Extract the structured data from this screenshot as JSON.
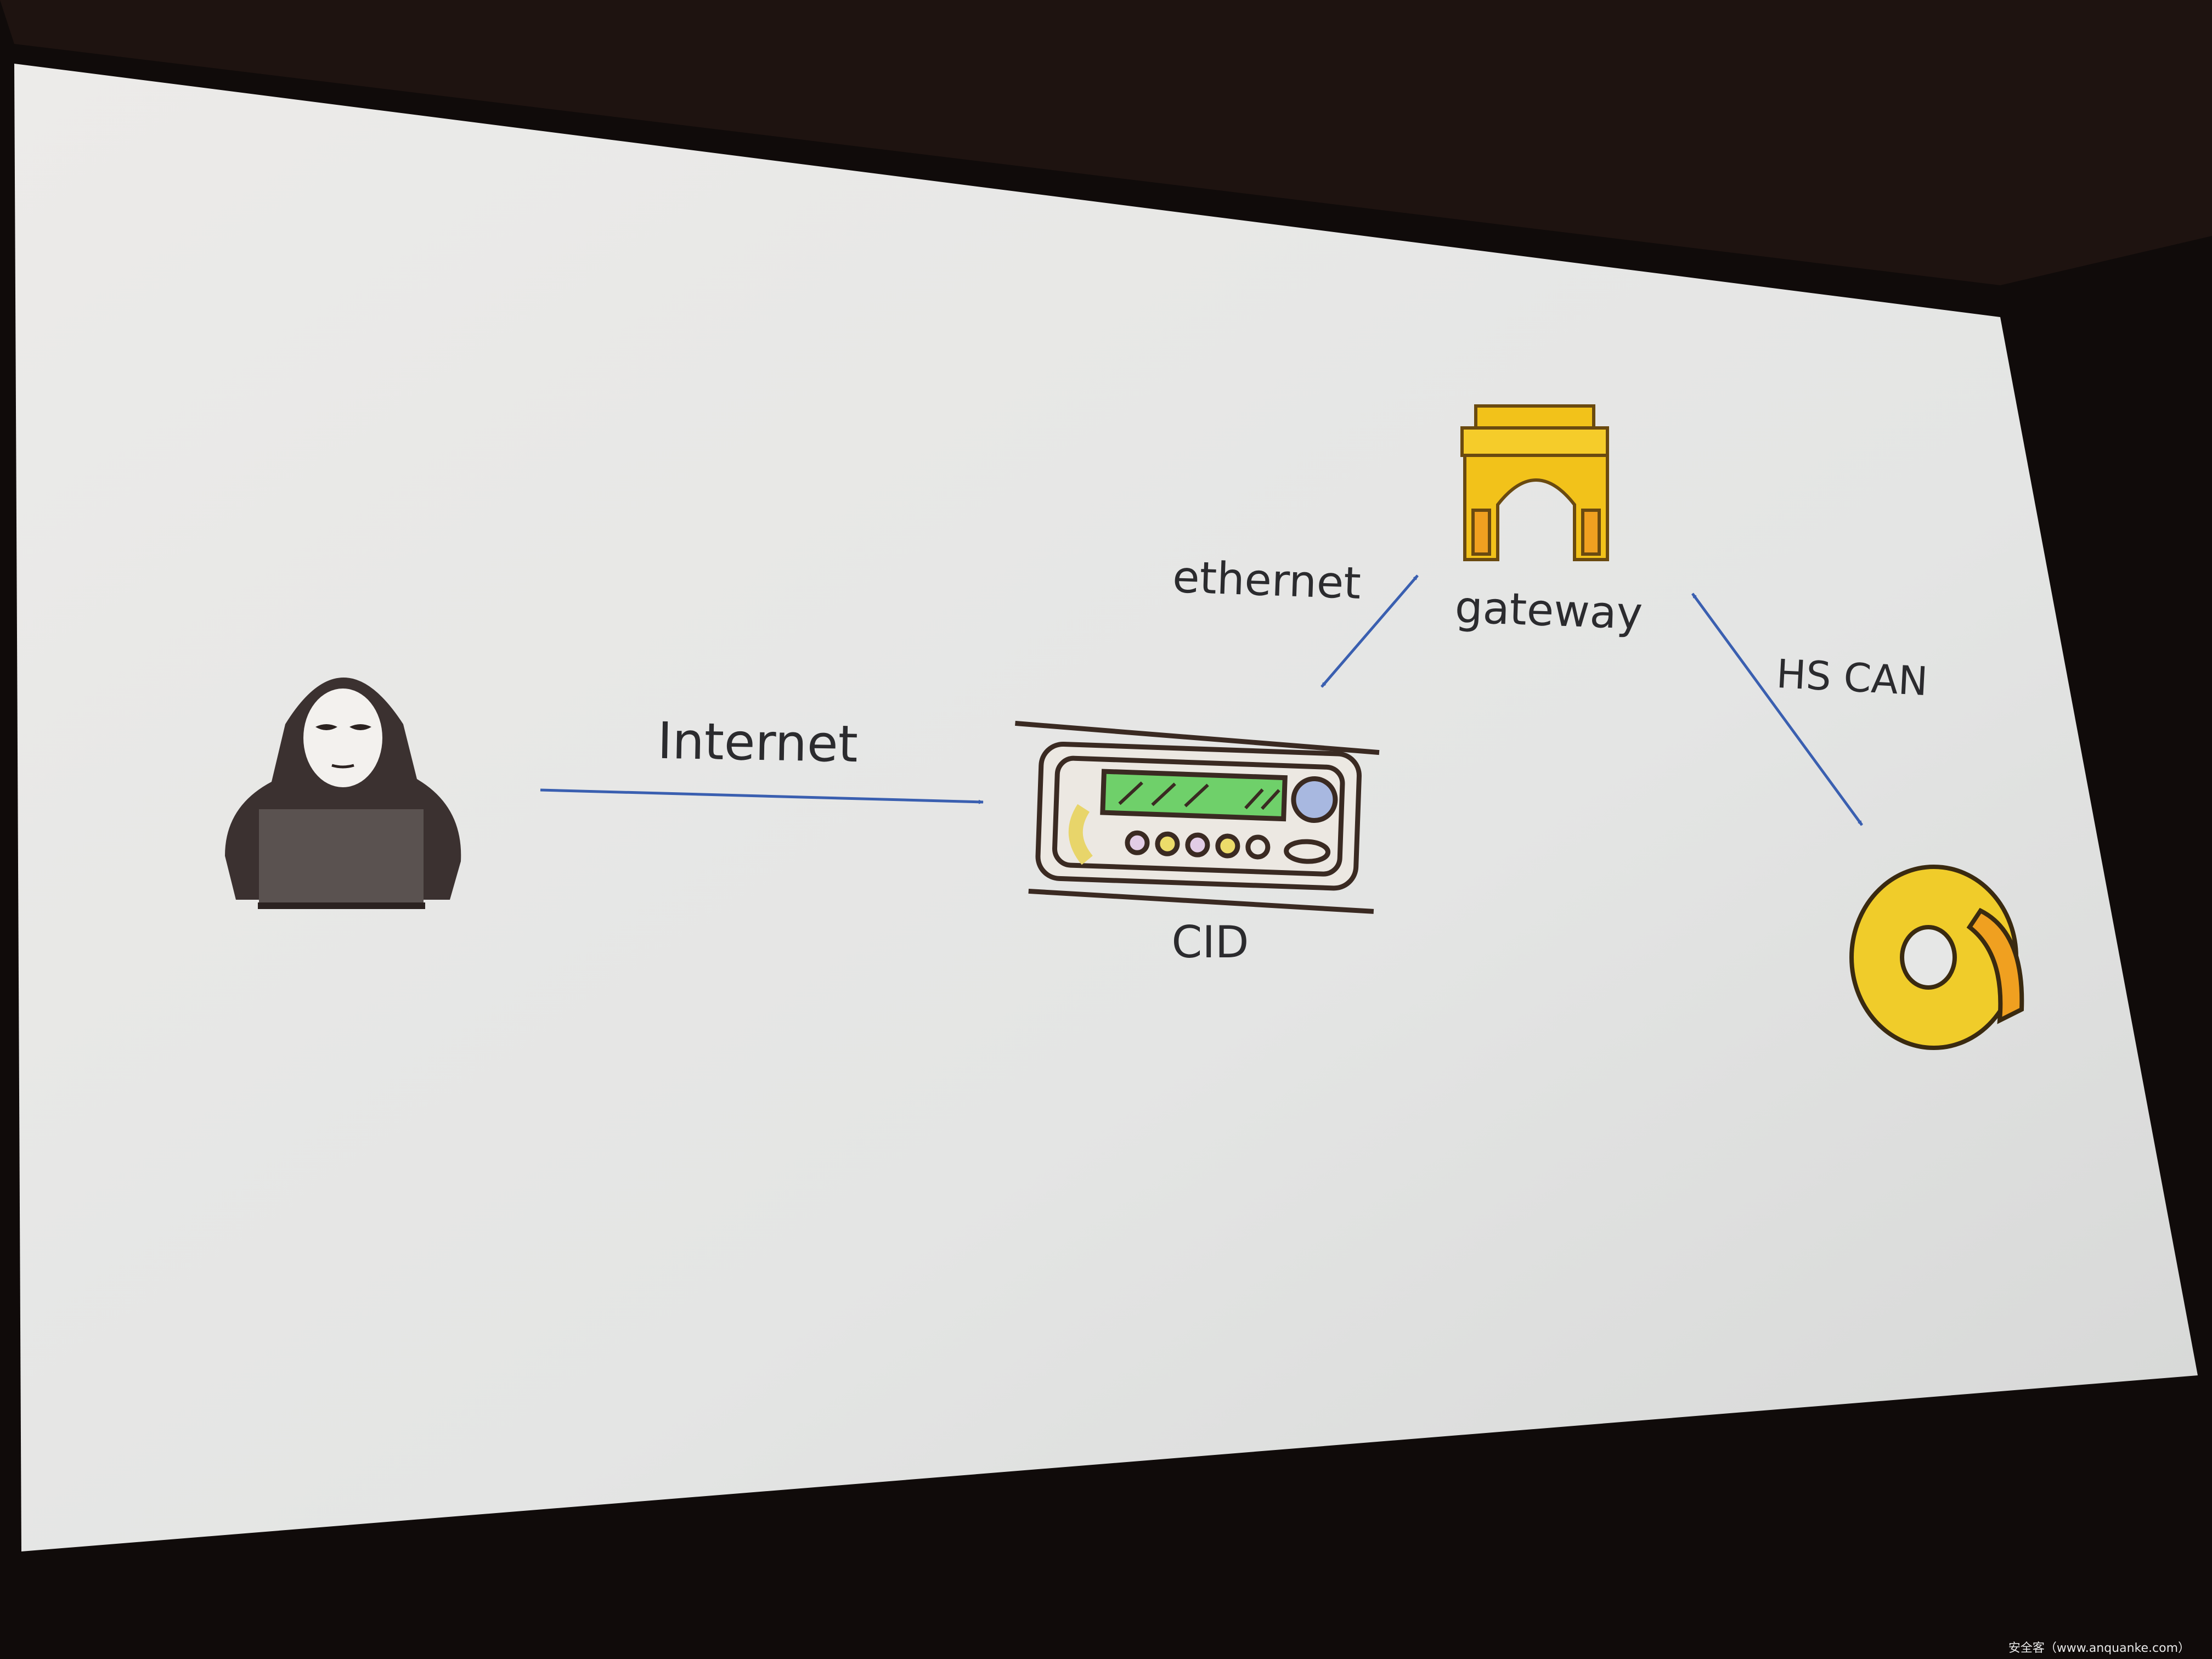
{
  "slide": {
    "nodes": {
      "attacker": {
        "icon": "hooded-hacker-laptop-icon"
      },
      "cid": {
        "label": "CID",
        "icon": "car-radio-head-unit-icon"
      },
      "gateway": {
        "label": "gateway",
        "icon": "gateway-arch-icon"
      },
      "brake": {
        "icon": "brake-disc-icon"
      }
    },
    "links": {
      "internet": "Internet",
      "ethernet": "ethernet",
      "hs_can": "HS CAN"
    },
    "colors": {
      "arrow": "#3a5fb0",
      "screen": "#e6e7e6",
      "gateway_fill": "#f2c21a",
      "brake_fill": "#f0cc2a",
      "caliper": "#f0a020",
      "lcd": "#6fd06a"
    }
  },
  "watermark": "安全客（www.anquanke.com）"
}
